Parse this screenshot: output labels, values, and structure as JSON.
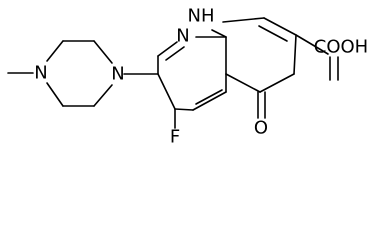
{
  "molecule": {
    "labels": {
      "nh": "NH",
      "cooh": "COOH",
      "ring_n": "N",
      "piperazine_n_top": "N",
      "piperazine_n_bottom": "N",
      "fluorine": "F",
      "oxo": "O"
    },
    "colors": {
      "ink": "#000000",
      "background": "#ffffff"
    }
  }
}
